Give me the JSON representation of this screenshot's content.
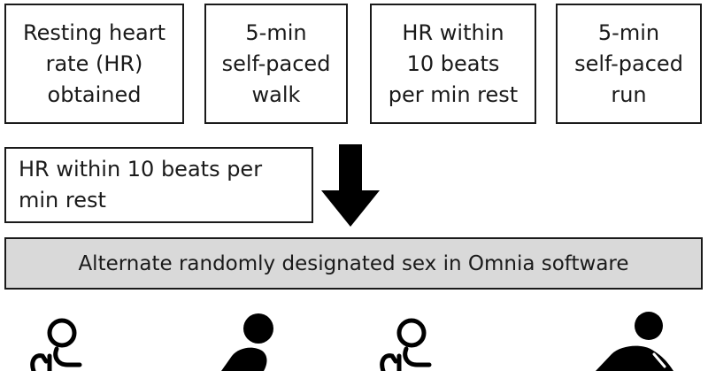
{
  "steps": [
    {
      "id": "resting",
      "label": "Resting heart\nrate (HR)\nobtained"
    },
    {
      "id": "walk",
      "label": "5-min\nself-paced\nwalk"
    },
    {
      "id": "hr_rest",
      "label": "HR within\n10 beats\nper min rest"
    },
    {
      "id": "run",
      "label": "5-min\nself-paced\nrun"
    }
  ],
  "second_row": {
    "hr_rest_label": "HR within 10 beats per\nmin rest"
  },
  "banner": {
    "label": "Alternate randomly designated sex in Omnia software"
  },
  "icons": {
    "arrow": "down-arrow-icon",
    "figures": [
      "wheelchair-figure-outline-icon",
      "running-figure-icon",
      "wheelchair-figure-outline-icon",
      "running-figure-icon"
    ]
  },
  "colors": {
    "border": "#1a1a1a",
    "banner_fill": "#d9d9d9",
    "icon_fill": "#000000"
  }
}
